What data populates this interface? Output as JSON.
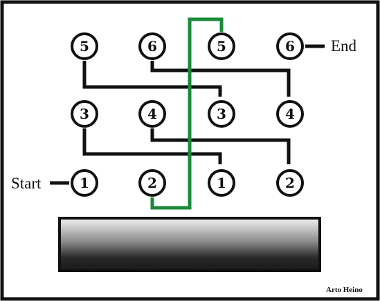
{
  "diagram": {
    "start_label": "Start",
    "end_label": "End",
    "credit": "Arto Heino",
    "highlight_color": "#1b8a3a",
    "wire_color": "#111111",
    "rows": [
      [
        "5",
        "6",
        "5",
        "6"
      ],
      [
        "3",
        "4",
        "3",
        "4"
      ],
      [
        "1",
        "2",
        "1",
        "2"
      ]
    ]
  }
}
